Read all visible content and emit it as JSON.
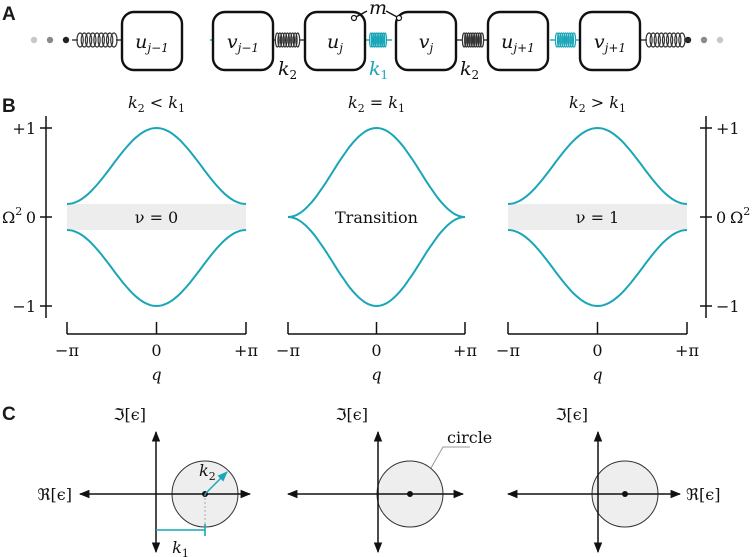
{
  "panels": {
    "a": "A",
    "b": "B",
    "c": "C"
  },
  "chain": {
    "masses": [
      {
        "base": "u",
        "sub": "j−1"
      },
      {
        "base": "v",
        "sub": "j−1"
      },
      {
        "base": "u",
        "sub": "j"
      },
      {
        "base": "v",
        "sub": "j"
      },
      {
        "base": "u",
        "sub": "j+1"
      },
      {
        "base": "v",
        "sub": "j+1"
      }
    ],
    "label_m": "m",
    "label_k2_left": {
      "base": "k",
      "sub": "2"
    },
    "label_k1": {
      "base": "k",
      "sub": "1"
    },
    "label_k2_right": {
      "base": "k",
      "sub": "2"
    }
  },
  "band_plots": [
    {
      "title": {
        "k_left": "k",
        "sub_left": "2",
        "op": " < ",
        "k_right": "k",
        "sub_right": "1"
      },
      "gap_label": "ν = 0",
      "gap": true
    },
    {
      "title": {
        "k_left": "k",
        "sub_left": "2",
        "op": " = ",
        "k_right": "k",
        "sub_right": "1"
      },
      "gap_label": "Transition",
      "gap": false
    },
    {
      "title": {
        "k_left": "k",
        "sub_left": "2",
        "op": " > ",
        "k_right": "k",
        "sub_right": "1"
      },
      "gap_label": "ν = 1",
      "gap": true
    }
  ],
  "axes": {
    "y_ticks": [
      "+1",
      "0",
      "−1"
    ],
    "y_label": "Ω",
    "y_label_sup": "2",
    "x_ticks": [
      "−π",
      "0",
      "+π"
    ],
    "x_label": "q"
  },
  "complex_planes": {
    "imag_label": "ℑ[ϵ]",
    "real_label": "ℜ[ϵ]",
    "k2_label": {
      "base": "k",
      "sub": "2"
    },
    "k1_label": {
      "base": "k",
      "sub": "1"
    },
    "circle_label": "circle"
  },
  "colors": {
    "accent": "#1aa6b7",
    "gap_fill": "#ededed",
    "circle_fill": "#eeeeee"
  }
}
